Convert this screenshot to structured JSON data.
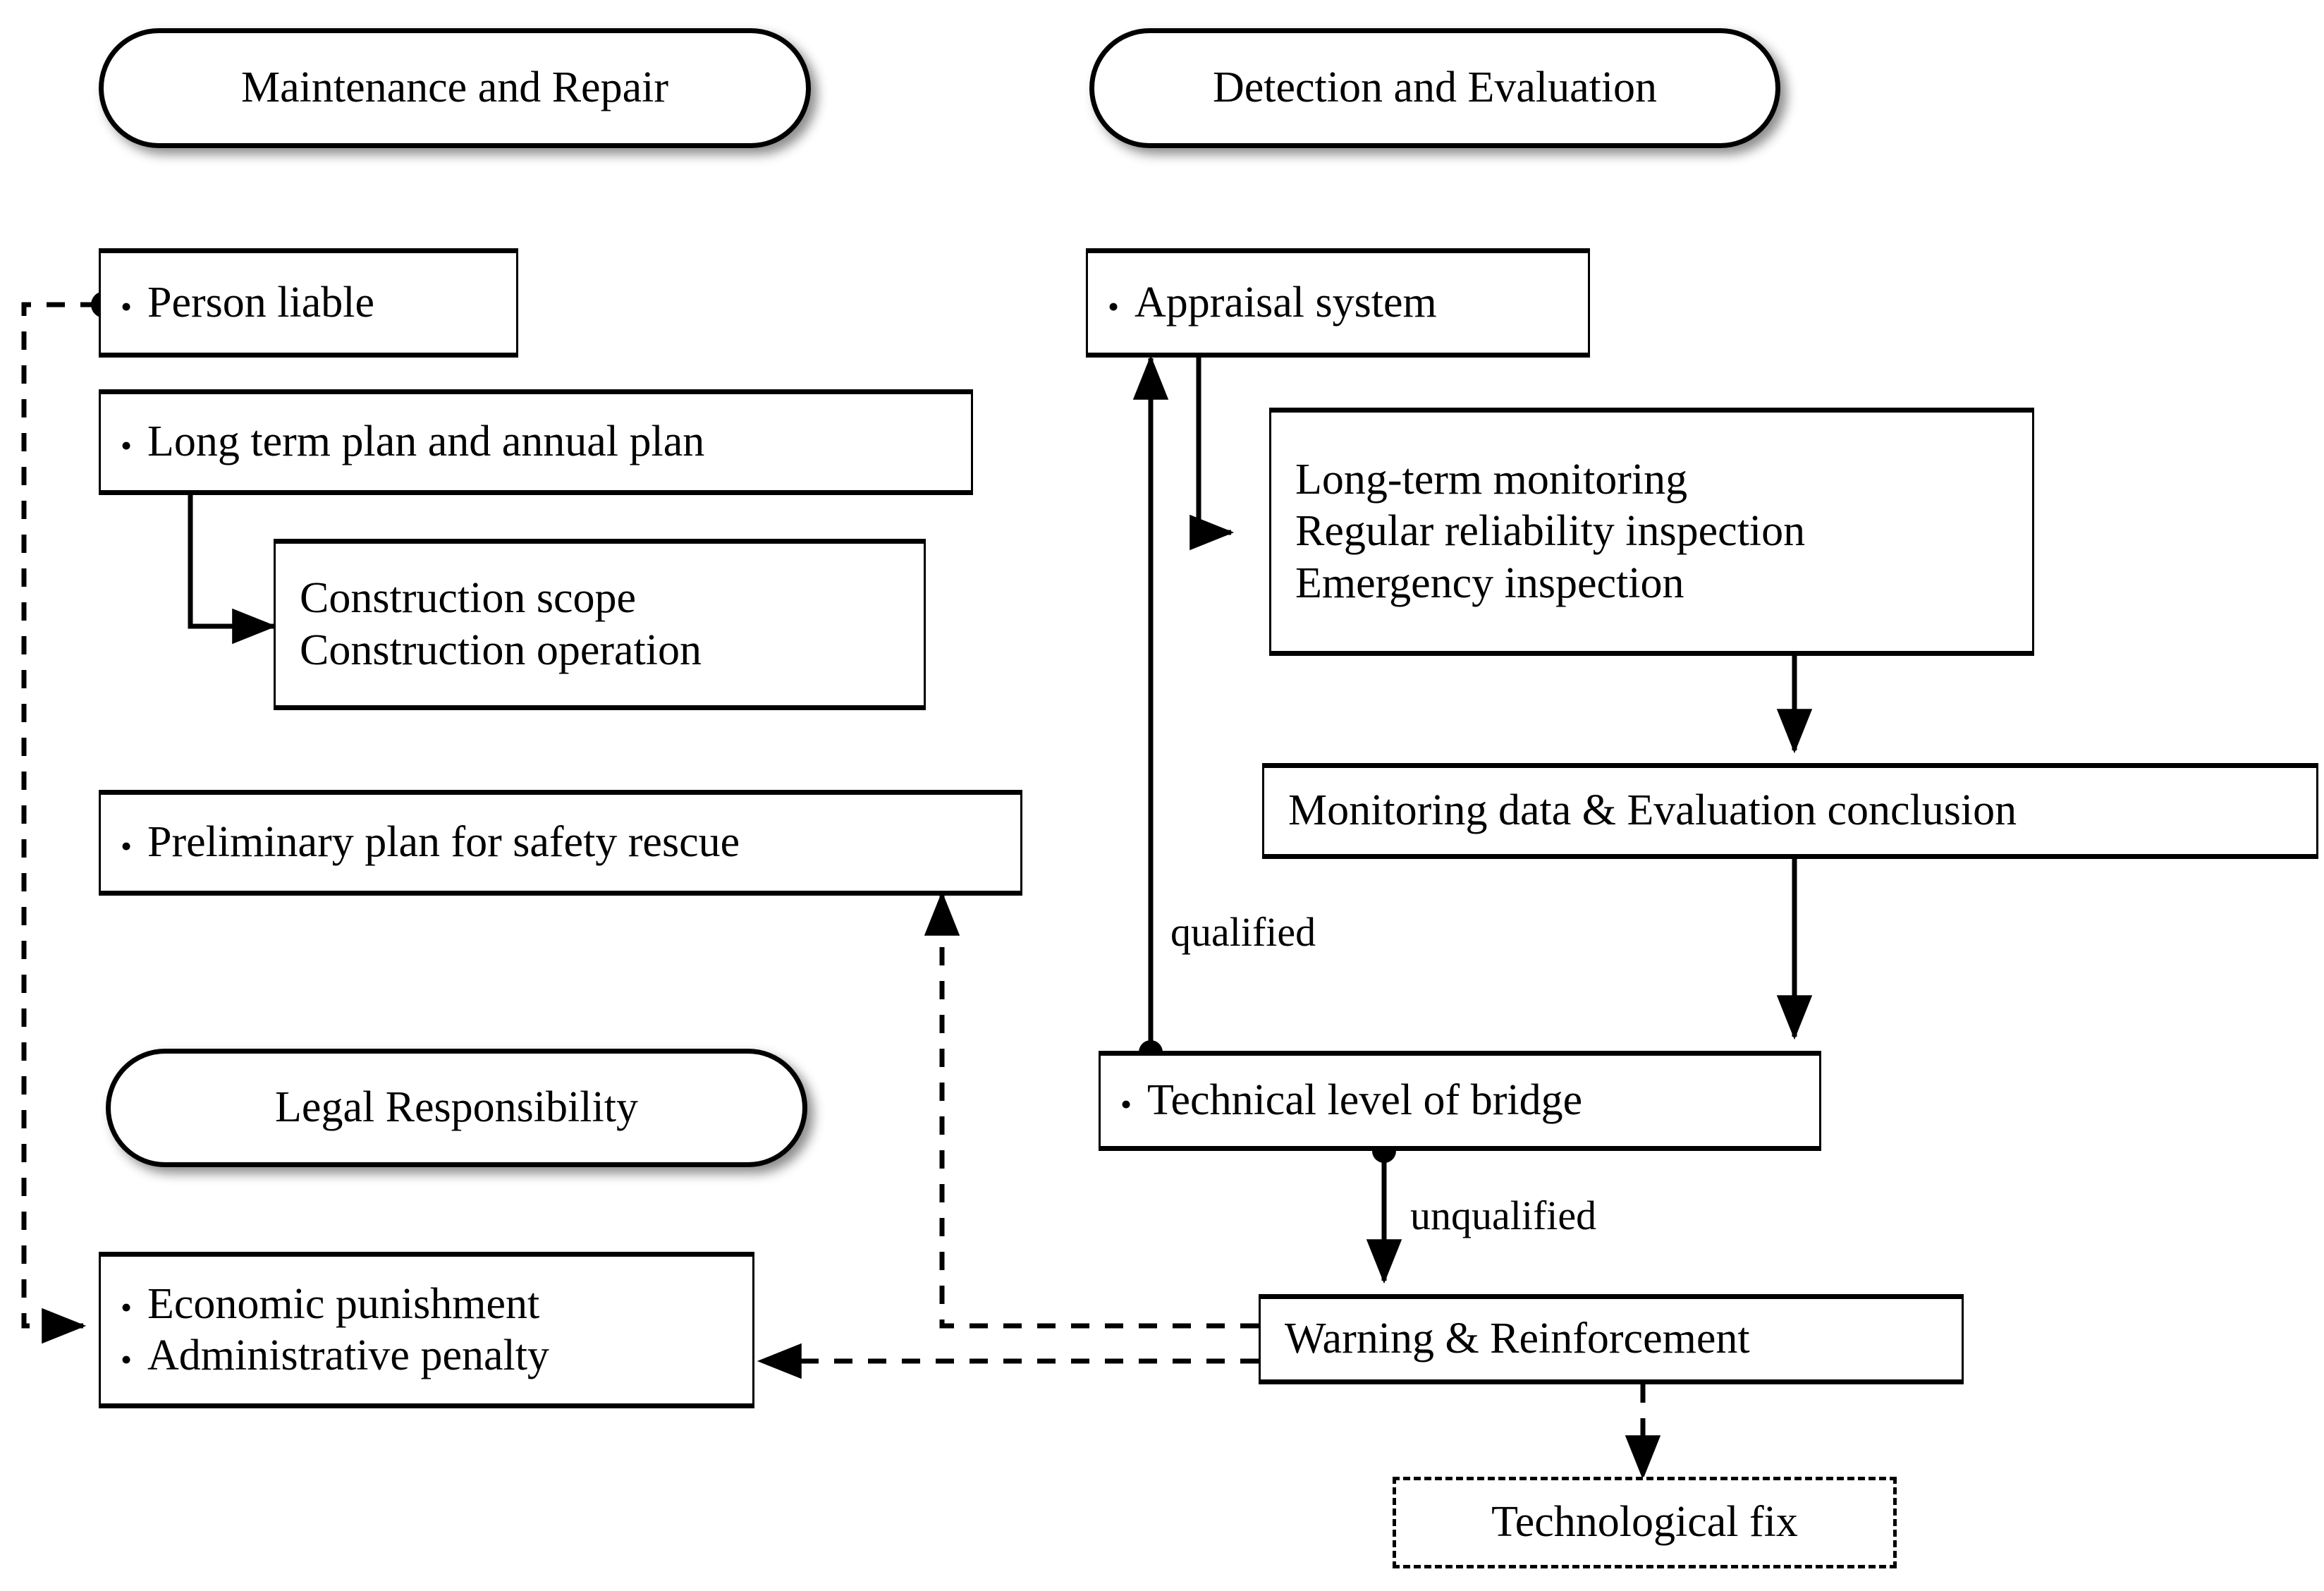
{
  "diagram": {
    "title": "Bridge maintenance, detection and legal responsibility flowchart",
    "headers": [
      {
        "id": "maintenance-and-repair",
        "label": "Maintenance and Repair"
      },
      {
        "id": "detection-and-evaluation",
        "label": "Detection and Evaluation"
      },
      {
        "id": "legal-responsibility",
        "label": "Legal Responsibility"
      }
    ],
    "nodes": [
      {
        "id": "person-liable",
        "lines": [
          "Person liable"
        ],
        "bulleted": true,
        "style": "solid"
      },
      {
        "id": "long-term-plan",
        "lines": [
          "Long term plan and annual plan"
        ],
        "bulleted": true,
        "style": "solid"
      },
      {
        "id": "construction",
        "lines": [
          "Construction scope",
          "Construction operation"
        ],
        "bulleted": false,
        "style": "solid"
      },
      {
        "id": "preliminary-plan",
        "lines": [
          "Preliminary plan for safety rescue"
        ],
        "bulleted": true,
        "style": "solid"
      },
      {
        "id": "economic-punishment",
        "lines": [
          "Economic punishment",
          "Administrative penalty"
        ],
        "bulleted": true,
        "style": "solid"
      },
      {
        "id": "appraisal-system",
        "lines": [
          "Appraisal system"
        ],
        "bulleted": true,
        "style": "solid"
      },
      {
        "id": "inspection-types",
        "lines": [
          "Long-term monitoring",
          "Regular reliability inspection",
          "Emergency inspection"
        ],
        "bulleted": false,
        "style": "solid"
      },
      {
        "id": "monitoring-data",
        "lines": [
          "Monitoring data & Evaluation conclusion"
        ],
        "bulleted": false,
        "style": "solid"
      },
      {
        "id": "technical-level",
        "lines": [
          "Technical level of bridge"
        ],
        "bulleted": true,
        "style": "solid"
      },
      {
        "id": "warning-reinforcement",
        "lines": [
          "Warning & Reinforcement"
        ],
        "bulleted": false,
        "style": "solid"
      },
      {
        "id": "technological-fix",
        "lines": [
          "Technological fix"
        ],
        "bulleted": false,
        "style": "dashed"
      }
    ],
    "edge_labels": [
      {
        "id": "qualified",
        "text": "qualified"
      },
      {
        "id": "unqualified",
        "text": "unqualified"
      }
    ],
    "colors": {
      "stroke": "#000000",
      "fill": "#ffffff",
      "text": "#000000"
    }
  }
}
